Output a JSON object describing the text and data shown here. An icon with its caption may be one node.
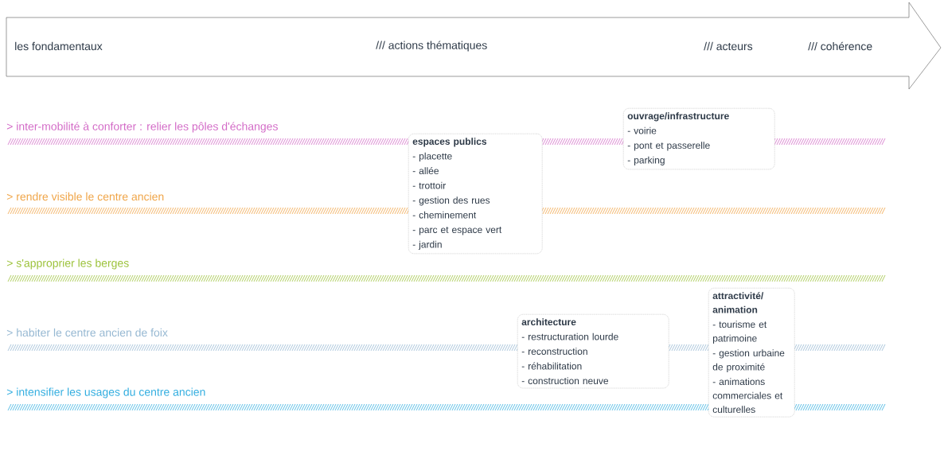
{
  "diagram": {
    "nodes": [
      {
        "text": [
          "les fondamentaux",
          "/// actions thématiques",
          "/// acteurs",
          "/// cohérence"
        ]
      },
      {
        "text": [
          "ouvrage/infrastructure",
          "- voirie",
          "- pont et passerelle",
          "- parking"
        ]
      },
      {
        "text": [
          "espaces publics",
          "- placette",
          "- allée",
          "- trottoir",
          "- gestion des rues",
          "- cheminement",
          "- parc et espace vert",
          "- jardin"
        ]
      },
      {
        "text": [
          "attractivité/ animation",
          "- tourisme et patrimoine",
          "- gestion urbaine de proximité",
          "- animations commerciales et culturelles"
        ]
      },
      {
        "text": [
          "architecture",
          "- restructuration lourde",
          "- reconstruction",
          "- réhabilitation",
          "- construction neuve"
        ]
      }
    ],
    "labels": [
      "> inter-mobilité à conforter : relier les pôles d'échanges",
      "> rendre visible le centre ancien",
      "> s'approprier les berges",
      "> habiter le centre ancien de foix",
      "> intensifier les usages du centre ancien"
    ]
  }
}
